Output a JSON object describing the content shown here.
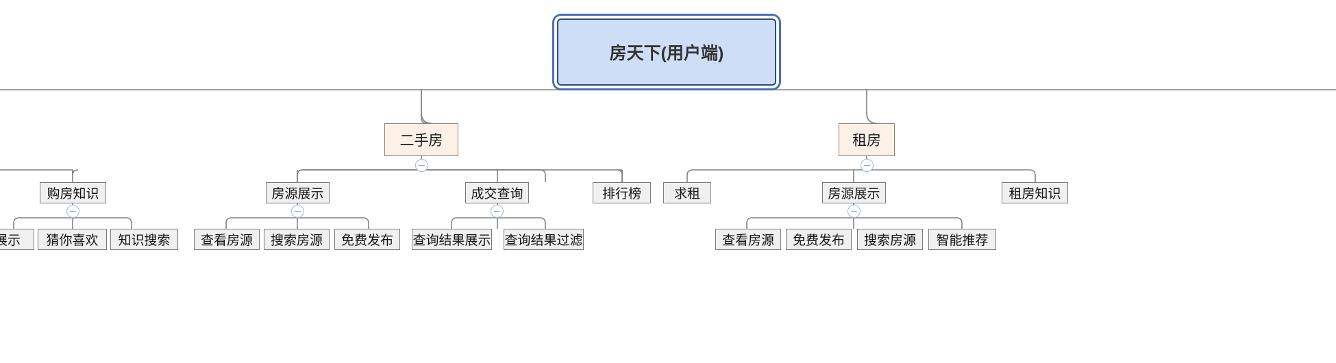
{
  "diagram": {
    "title": "房天下(用户端)",
    "type": "mindmap-tree",
    "colors": {
      "root_fill": "#cfdef7",
      "root_border": "#4a6fb5",
      "category_fill": "#fdf1e7",
      "category_border": "#8a8174",
      "node_fill": "#f0f0f0",
      "node_border": "#7a7a7a",
      "link": "#808080",
      "toggle_border": "#9fb6dd"
    },
    "root": {
      "label": "房天下(用户端)"
    },
    "categories": [
      {
        "label": "二手房",
        "toggle": "−"
      },
      {
        "label": "租房",
        "toggle": "−"
      }
    ],
    "level3": [
      {
        "label": "购房知识",
        "toggle": "−"
      },
      {
        "label": "房源展示",
        "toggle": "−"
      },
      {
        "label": "成交查询",
        "toggle": "−"
      },
      {
        "label": "排行榜",
        "toggle": ""
      },
      {
        "label": "求租",
        "toggle": ""
      },
      {
        "label": "房源展示",
        "toggle": "−"
      },
      {
        "label": "租房知识",
        "toggle": ""
      }
    ],
    "leaves": [
      {
        "label": "展示"
      },
      {
        "label": "猜你喜欢"
      },
      {
        "label": "知识搜索"
      },
      {
        "label": "查看房源"
      },
      {
        "label": "搜索房源"
      },
      {
        "label": "免费发布"
      },
      {
        "label": "查询结果展示"
      },
      {
        "label": "查询结果过滤"
      },
      {
        "label": "查看房源"
      },
      {
        "label": "免费发布"
      },
      {
        "label": "搜索房源"
      },
      {
        "label": "智能推荐"
      }
    ]
  }
}
